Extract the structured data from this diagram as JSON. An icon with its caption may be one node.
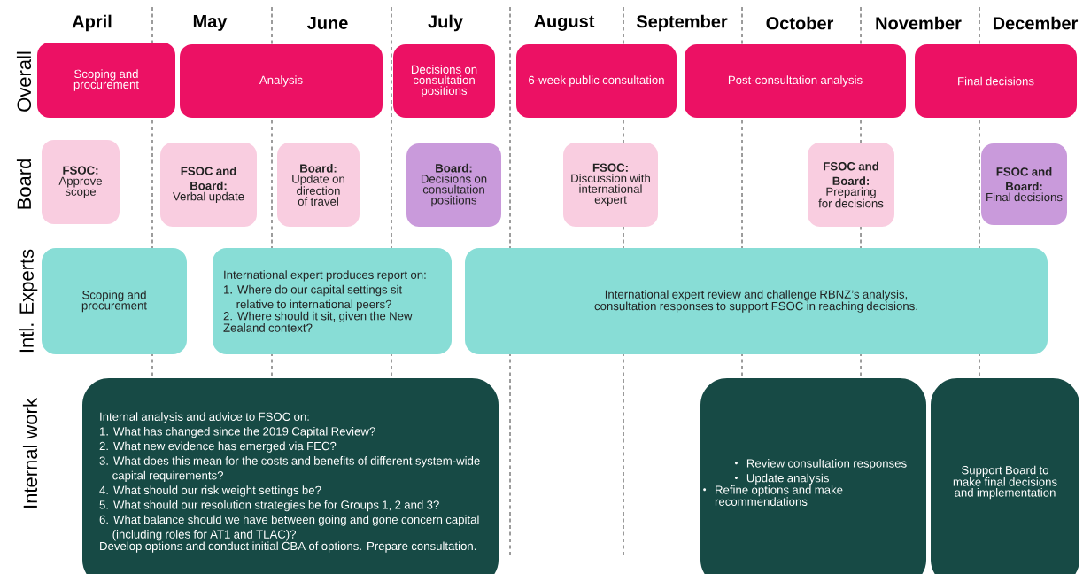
{
  "diagram": {
    "nodes": [
      {
        "text": [
          "Scoping and procurement"
        ]
      },
      {
        "text": [
          "Analysis"
        ]
      },
      {
        "text": [
          "Decisions on consultation positions"
        ]
      },
      {
        "text": [
          "6-week public consultation"
        ]
      },
      {
        "text": [
          "Post-consultation analysis"
        ]
      },
      {
        "text": [
          "Final decisions"
        ]
      },
      {
        "text": [
          "FSOC:",
          "Approve scope"
        ]
      },
      {
        "text": [
          "FSOC and Board:",
          "Verbal update"
        ]
      },
      {
        "text": [
          "Board:",
          "Update on direction of travel"
        ]
      },
      {
        "text": [
          "Board:",
          "Decisions on consultation positions"
        ]
      },
      {
        "text": [
          "FSOC:",
          "Discussion with international expert"
        ]
      },
      {
        "text": [
          "FSOC and Board:",
          "Preparing for decisions"
        ]
      },
      {
        "text": [
          "FSOC and Board:",
          "Final decisions"
        ]
      },
      {
        "text": [
          "Scoping and procurement"
        ]
      },
      {
        "text": [
          "International expert produces report on:",
          "1. Where do our capital settings sit relative to international peers?",
          "2. Where should it sit, given the New Zealand context?"
        ]
      },
      {
        "text": [
          "International expert review and challenge RBNZ’s analysis, consultation responses to support FSOC in reaching decisions."
        ]
      },
      {
        "text": [
          "Internal analysis and advice to FSOC on:",
          "1. What has changed since the 2019 Capital Review?",
          "2. What new evidence has emerged via FEC?",
          "3. What does this mean for the costs and benefits of different system-wide capital requirements?",
          "4. What should our risk weight settings be?",
          "5. What should our resolution strategies be for Groups 1, 2 and 3?",
          "6. What balance should we have between going and gone concern capital (including roles for AT1 and TLAC)?",
          "Develop options and conduct initial CBA of options. Prepare consultation."
        ]
      },
      {
        "text": [
          "Review consultation responses",
          "Update analysis",
          "Refine options and make recommendations"
        ]
      },
      {
        "text": [
          "Support Board to make final decisions and implementation"
        ]
      }
    ],
    "labels": [
      "April",
      "May",
      "June",
      "July",
      "August",
      "September",
      "October",
      "November",
      "December",
      "Overall",
      "Board",
      "Intl. Experts",
      "Internal work"
    ]
  }
}
